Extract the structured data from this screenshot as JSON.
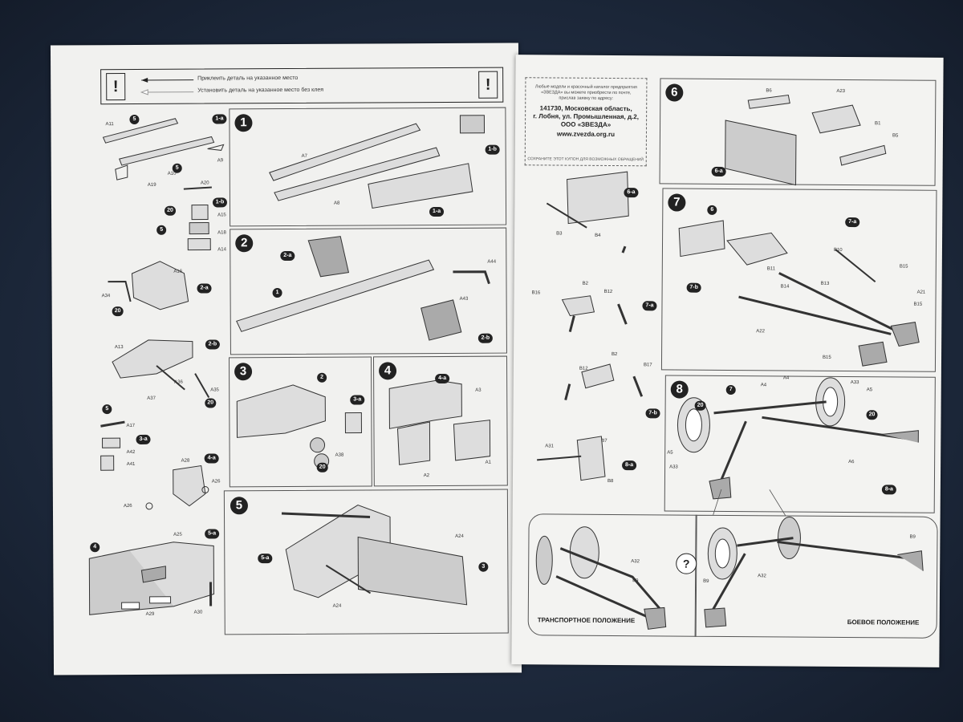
{
  "left_sheet": {
    "legend": {
      "glue_text": "Приклеить деталь на указанное место",
      "noglue_text": "Установить деталь на указанное место без клея",
      "excl_left": "!",
      "excl_right": "!"
    },
    "steps": {
      "s1": "1",
      "s2": "2",
      "s3": "3",
      "s4": "4",
      "s5": "5"
    },
    "sub_labels": {
      "l1a": "1-a",
      "l1b": "1-b",
      "l2a": "2-a",
      "l2b": "2-b",
      "l3a": "3-a",
      "l4a": "4-a",
      "l5a": "5-a",
      "p1b": "1-b",
      "p1a": "1-a",
      "p2a": "2-a",
      "p2b": "2-b",
      "p3a": "3-a",
      "p4a": "4-a",
      "p5a": "5-a"
    },
    "parts": {
      "a11": "A11",
      "a10": "A10",
      "a19": "A19",
      "a9": "A9",
      "a20": "A20",
      "a15": "A15",
      "a18": "A18",
      "a14": "A14",
      "a16": "A16",
      "a34": "A34",
      "a13": "A13",
      "a36": "A36",
      "a37": "A37",
      "a35": "A35",
      "a17": "A17",
      "a42": "A42",
      "a41": "A41",
      "a28": "A28",
      "a26a": "A26",
      "a26b": "A26",
      "a25": "A25",
      "a29": "A29",
      "a30": "A30",
      "a7": "A7",
      "a8": "A8",
      "a44": "A44",
      "a43": "A43",
      "a38": "A38",
      "a3": "A3",
      "a1": "A1",
      "a2": "A2",
      "a24a": "A24",
      "a24b": "A24"
    },
    "callouts": {
      "c1": "1",
      "c2": "2",
      "c3": "3",
      "c4": "4",
      "n20a": "20",
      "n20b": "20",
      "n20c": "20",
      "n20d": "20",
      "n5a": "5",
      "n5b": "5",
      "n5c": "5",
      "n5d": "5"
    }
  },
  "right_sheet": {
    "coupon": {
      "intro": "Любые модели и красочный каталог предприятия «ЗВЕЗДА» вы можете приобрести по почте, прислав заявку по адресу:",
      "addr1": "141730, Московская область,",
      "addr2": "г. Лобня, ул. Промышленная, д.2,",
      "addr3": "ООО «ЗВЕЗДА»",
      "site": "www.zvezda.org.ru",
      "foot": "СОХРАНИТЕ ЭТОТ КУПОН ДЛЯ ВОЗМОЖНЫХ ОБРАЩЕНИЙ"
    },
    "steps": {
      "s6": "6",
      "s7": "7",
      "s8": "8"
    },
    "sub_labels": {
      "l6a": "6-a",
      "l7a": "7-a",
      "l7b": "7-b",
      "l8a": "8-a",
      "p6a": "6-a",
      "p7a": "7-a",
      "p7b": "7-b",
      "p8a": "8-a"
    },
    "parts": {
      "b3": "B3",
      "b4": "B4",
      "b16": "B16",
      "b2a": "B2",
      "b12a": "B12",
      "b2b": "B2",
      "b12b": "B12",
      "b17": "B17",
      "a31": "A31",
      "b7": "B7",
      "b8": "B8",
      "b6": "B6",
      "a23": "A23",
      "b1": "B1",
      "b5": "B5",
      "b10": "B10",
      "b11": "B11",
      "b14": "B14",
      "b13": "B13",
      "b15a": "B15",
      "b15b": "B15",
      "b15c": "B15",
      "a21": "A21",
      "a22": "A22",
      "a4a": "A4",
      "a4b": "A4",
      "a33a": "A33",
      "a5a": "A5",
      "a5b": "A5",
      "a33b": "A33",
      "a6": "A6",
      "a32a": "A32",
      "b9a": "B9",
      "a32b": "A32",
      "b9b": "B9",
      "b9c": "B9"
    },
    "callouts": {
      "c6": "6",
      "c7": "7",
      "n20e": "20",
      "n20f": "20"
    },
    "modes": {
      "transport": "ТРАНСПОРТНОЕ ПОЛОЖЕНИЕ",
      "combat": "БОЕВОЕ ПОЛОЖЕНИЕ",
      "toggle": "?"
    }
  }
}
